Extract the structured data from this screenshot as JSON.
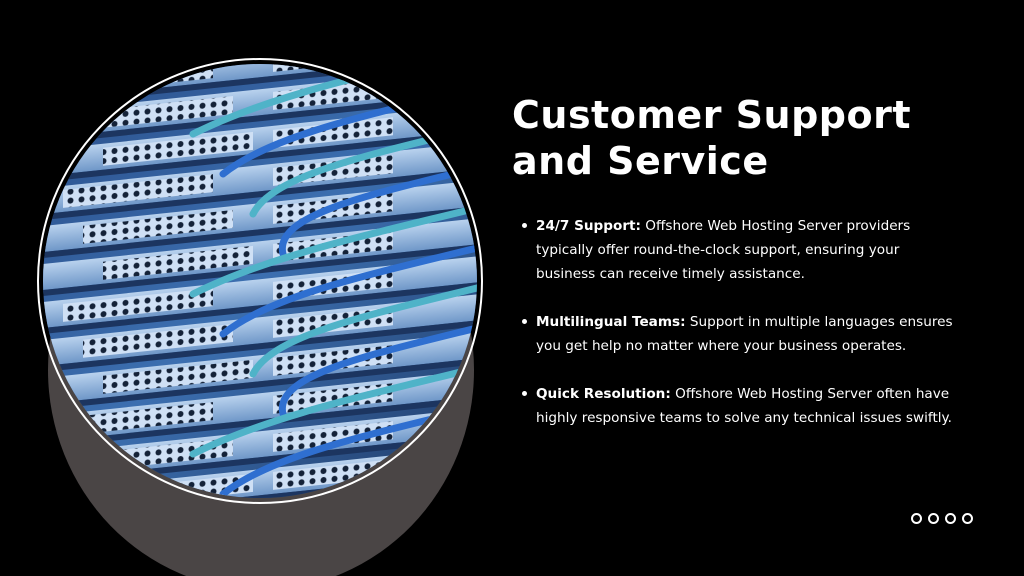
{
  "slide": {
    "title_line1": "Customer Support",
    "title_line2": "and Service",
    "bullets": [
      {
        "term": "24/7 Support:",
        "text": " Offshore Web Hosting Server providers typically offer round-the-clock support, ensuring your business can receive timely assistance."
      },
      {
        "term": "Multilingual Teams:",
        "text": " Support in multiple languages ensures you get help no matter where your business operates."
      },
      {
        "term": "Quick Resolution:",
        "text": " Offshore Web Hosting Server often have highly responsive teams to solve any technical issues swiftly."
      }
    ],
    "pager_dot_count": 4
  },
  "image": {
    "subject": "server-rack-network-cables-photo"
  },
  "colors": {
    "background": "#000000",
    "text": "#ffffff",
    "shadow_disc": "#4a4545",
    "cable_blue": "#2f6fd0",
    "cable_teal": "#4fb3c8"
  }
}
